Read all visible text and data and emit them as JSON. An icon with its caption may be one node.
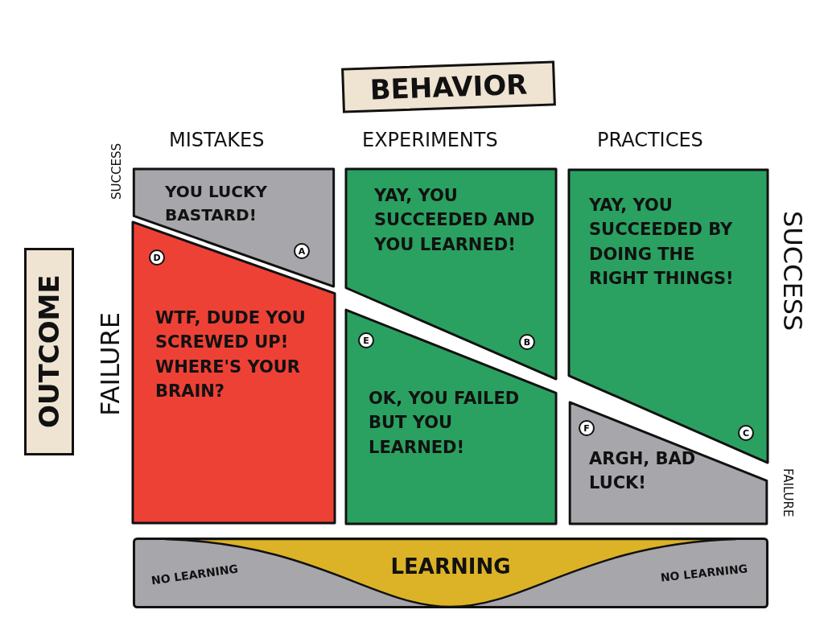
{
  "diagram": {
    "nodes": [
      {
        "text": [
          "BEHAVIOR"
        ]
      },
      {
        "text": [
          "OUTCOME"
        ]
      },
      {
        "text": [
          "YOU LUCKY BASTARD!"
        ]
      },
      {
        "text": [
          "A"
        ],
        "in": 2
      },
      {
        "text": [
          "YAY, YOU SUCCEEDED AND YOU LEARNED!"
        ]
      },
      {
        "text": [
          "B"
        ],
        "in": 4
      },
      {
        "text": [
          "YAY, YOU SUCCEEDED BY DOING THE RIGHT THINGS!"
        ]
      },
      {
        "text": [
          "C"
        ],
        "in": 6
      },
      {
        "text": [
          "WTF, DUDE YOU SCREWED UP! WHERE'S YOUR BRAIN?"
        ]
      },
      {
        "text": [
          "D"
        ],
        "in": 8
      },
      {
        "text": [
          "OK, YOU FAILED BUT YOU LEARNED!"
        ]
      },
      {
        "text": [
          "E"
        ],
        "in": 10
      },
      {
        "text": [
          "ARGH, BAD LUCK!"
        ]
      },
      {
        "text": [
          "F"
        ],
        "in": 12
      },
      {
        "text": [
          "NO LEARNING",
          "LEARNING",
          "NO LEARNING"
        ]
      }
    ],
    "labels": [
      "MISTAKES",
      "EXPERIMENTS",
      "PRACTICES",
      "SUCCESS",
      "FAILURE",
      "SUCCESS",
      "FAILURE"
    ]
  }
}
